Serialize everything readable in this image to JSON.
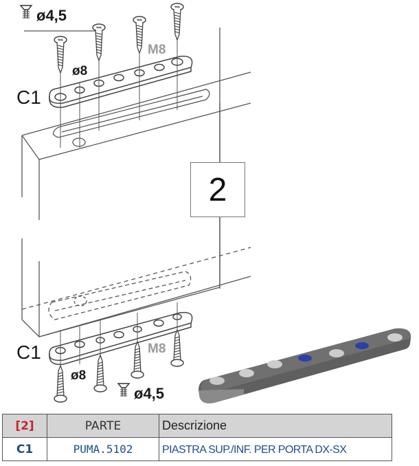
{
  "diagram": {
    "callout_number": "2",
    "labels": {
      "screw_top": "ø4,5",
      "hole_top": "ø8",
      "thread_top": "M8",
      "part_top": "C1",
      "part_bottom": "C1",
      "hole_bottom": "ø8",
      "thread_bottom": "M8",
      "screw_bottom": "ø4,5"
    },
    "colors": {
      "plate_render": "#6b6b6b",
      "hole_highlight": "#2a3fa8",
      "line": "#555555"
    }
  },
  "table": {
    "header": {
      "ref": "[2]",
      "part": "PARTE",
      "description": "Descrizione"
    },
    "rows": [
      {
        "ref": "C1",
        "part": "PUMA.5102",
        "description": "PIASTRA SUP./INF. PER PORTA DX-SX"
      }
    ]
  }
}
